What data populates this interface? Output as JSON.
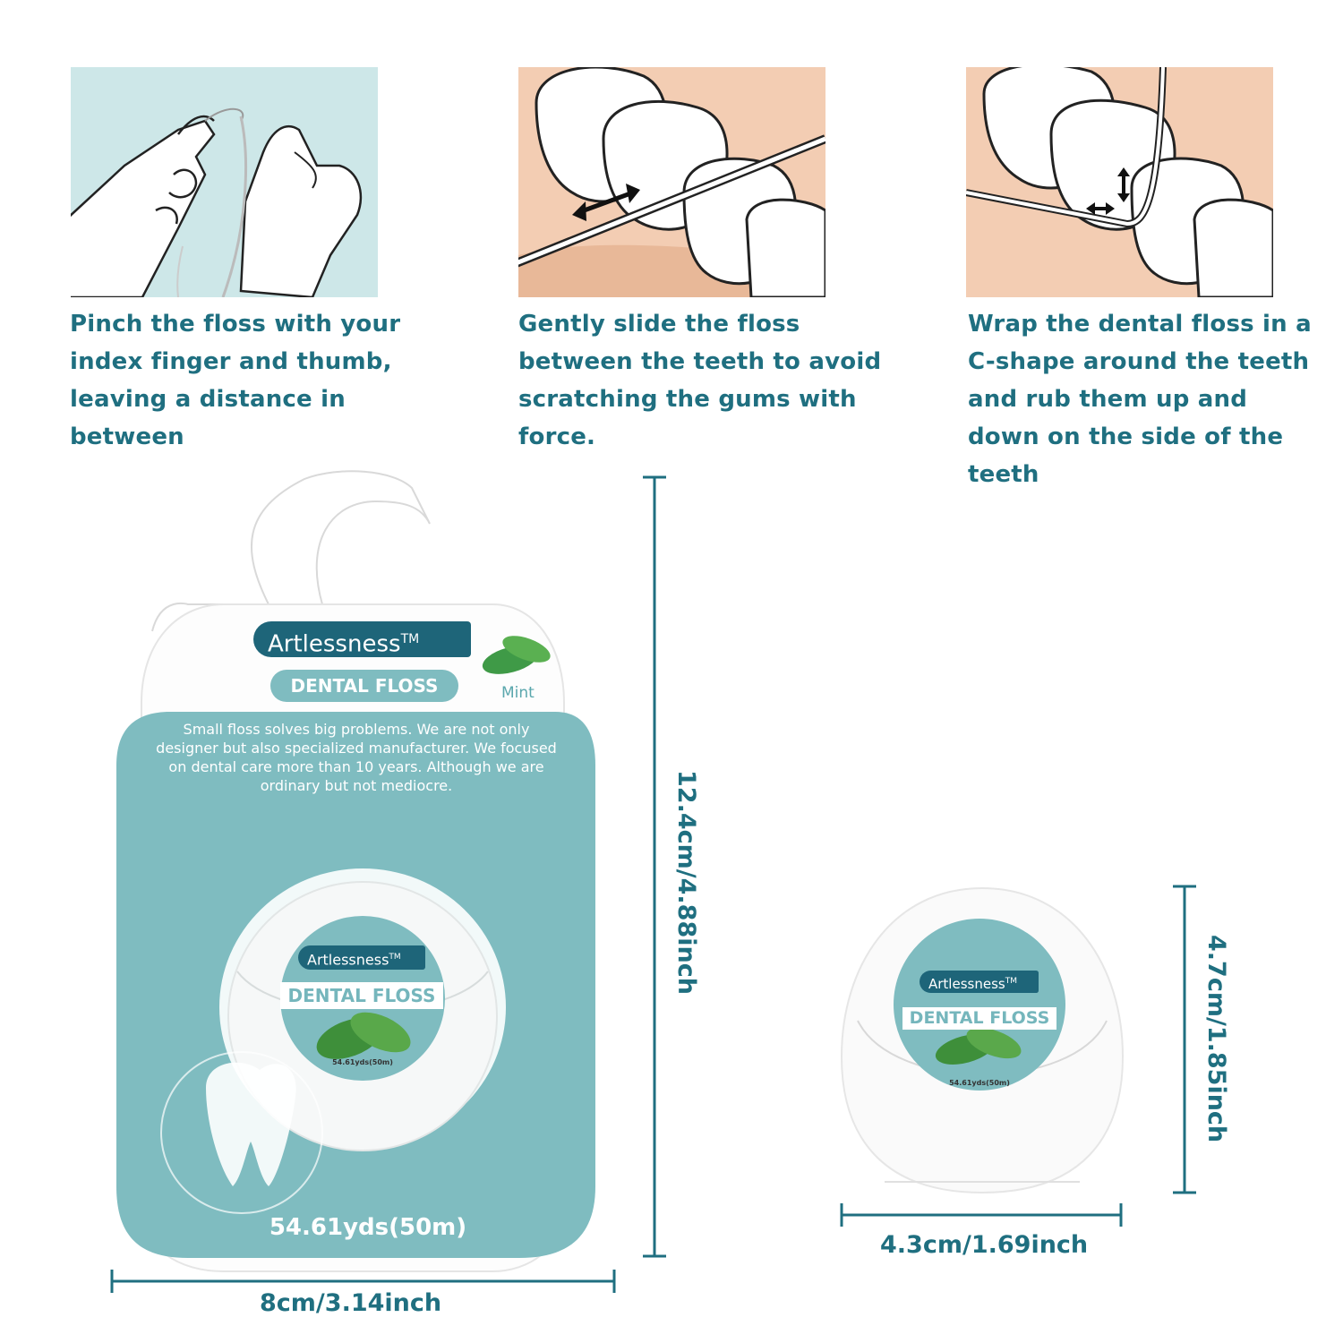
{
  "colors": {
    "accent": "#1f6f80",
    "package_teal": "#7fbcc0",
    "brand_dark": "#1e6579",
    "panel_bg_blue": "#cde7e8",
    "panel_bg_gum": "#f3cdb3"
  },
  "steps": [
    {
      "icon": "hands-pinching-floss",
      "text": "Pinch the floss with your index finger and thumb, leaving a distance in between"
    },
    {
      "icon": "floss-sliding-between-teeth",
      "text": "Gently slide the floss between the teeth to avoid scratching the gums with force."
    },
    {
      "icon": "floss-c-shape-around-tooth",
      "text": "Wrap the dental floss in a C-shape around the teeth and rub them up and down on the side of the teeth"
    }
  ],
  "package": {
    "brand": "Artlessness",
    "trademark": "TM",
    "product": "DENTAL FLOSS",
    "flavor": "Mint",
    "description": "Small floss solves big problems.  We are not only designer but also specialized manufacturer. We focused on dental care more than 10 years. Although we are ordinary but not mediocre.",
    "length": "54.61yds(50m)",
    "height": "12.4cm/4.88inch",
    "width": "8cm/3.14inch"
  },
  "dispenser": {
    "brand": "Artlessness",
    "trademark": "TM",
    "product": "DENTAL FLOSS",
    "length": "54.61yds(50m)",
    "height": "4.7cm/1.85inch",
    "width": "4.3cm/1.69inch"
  }
}
